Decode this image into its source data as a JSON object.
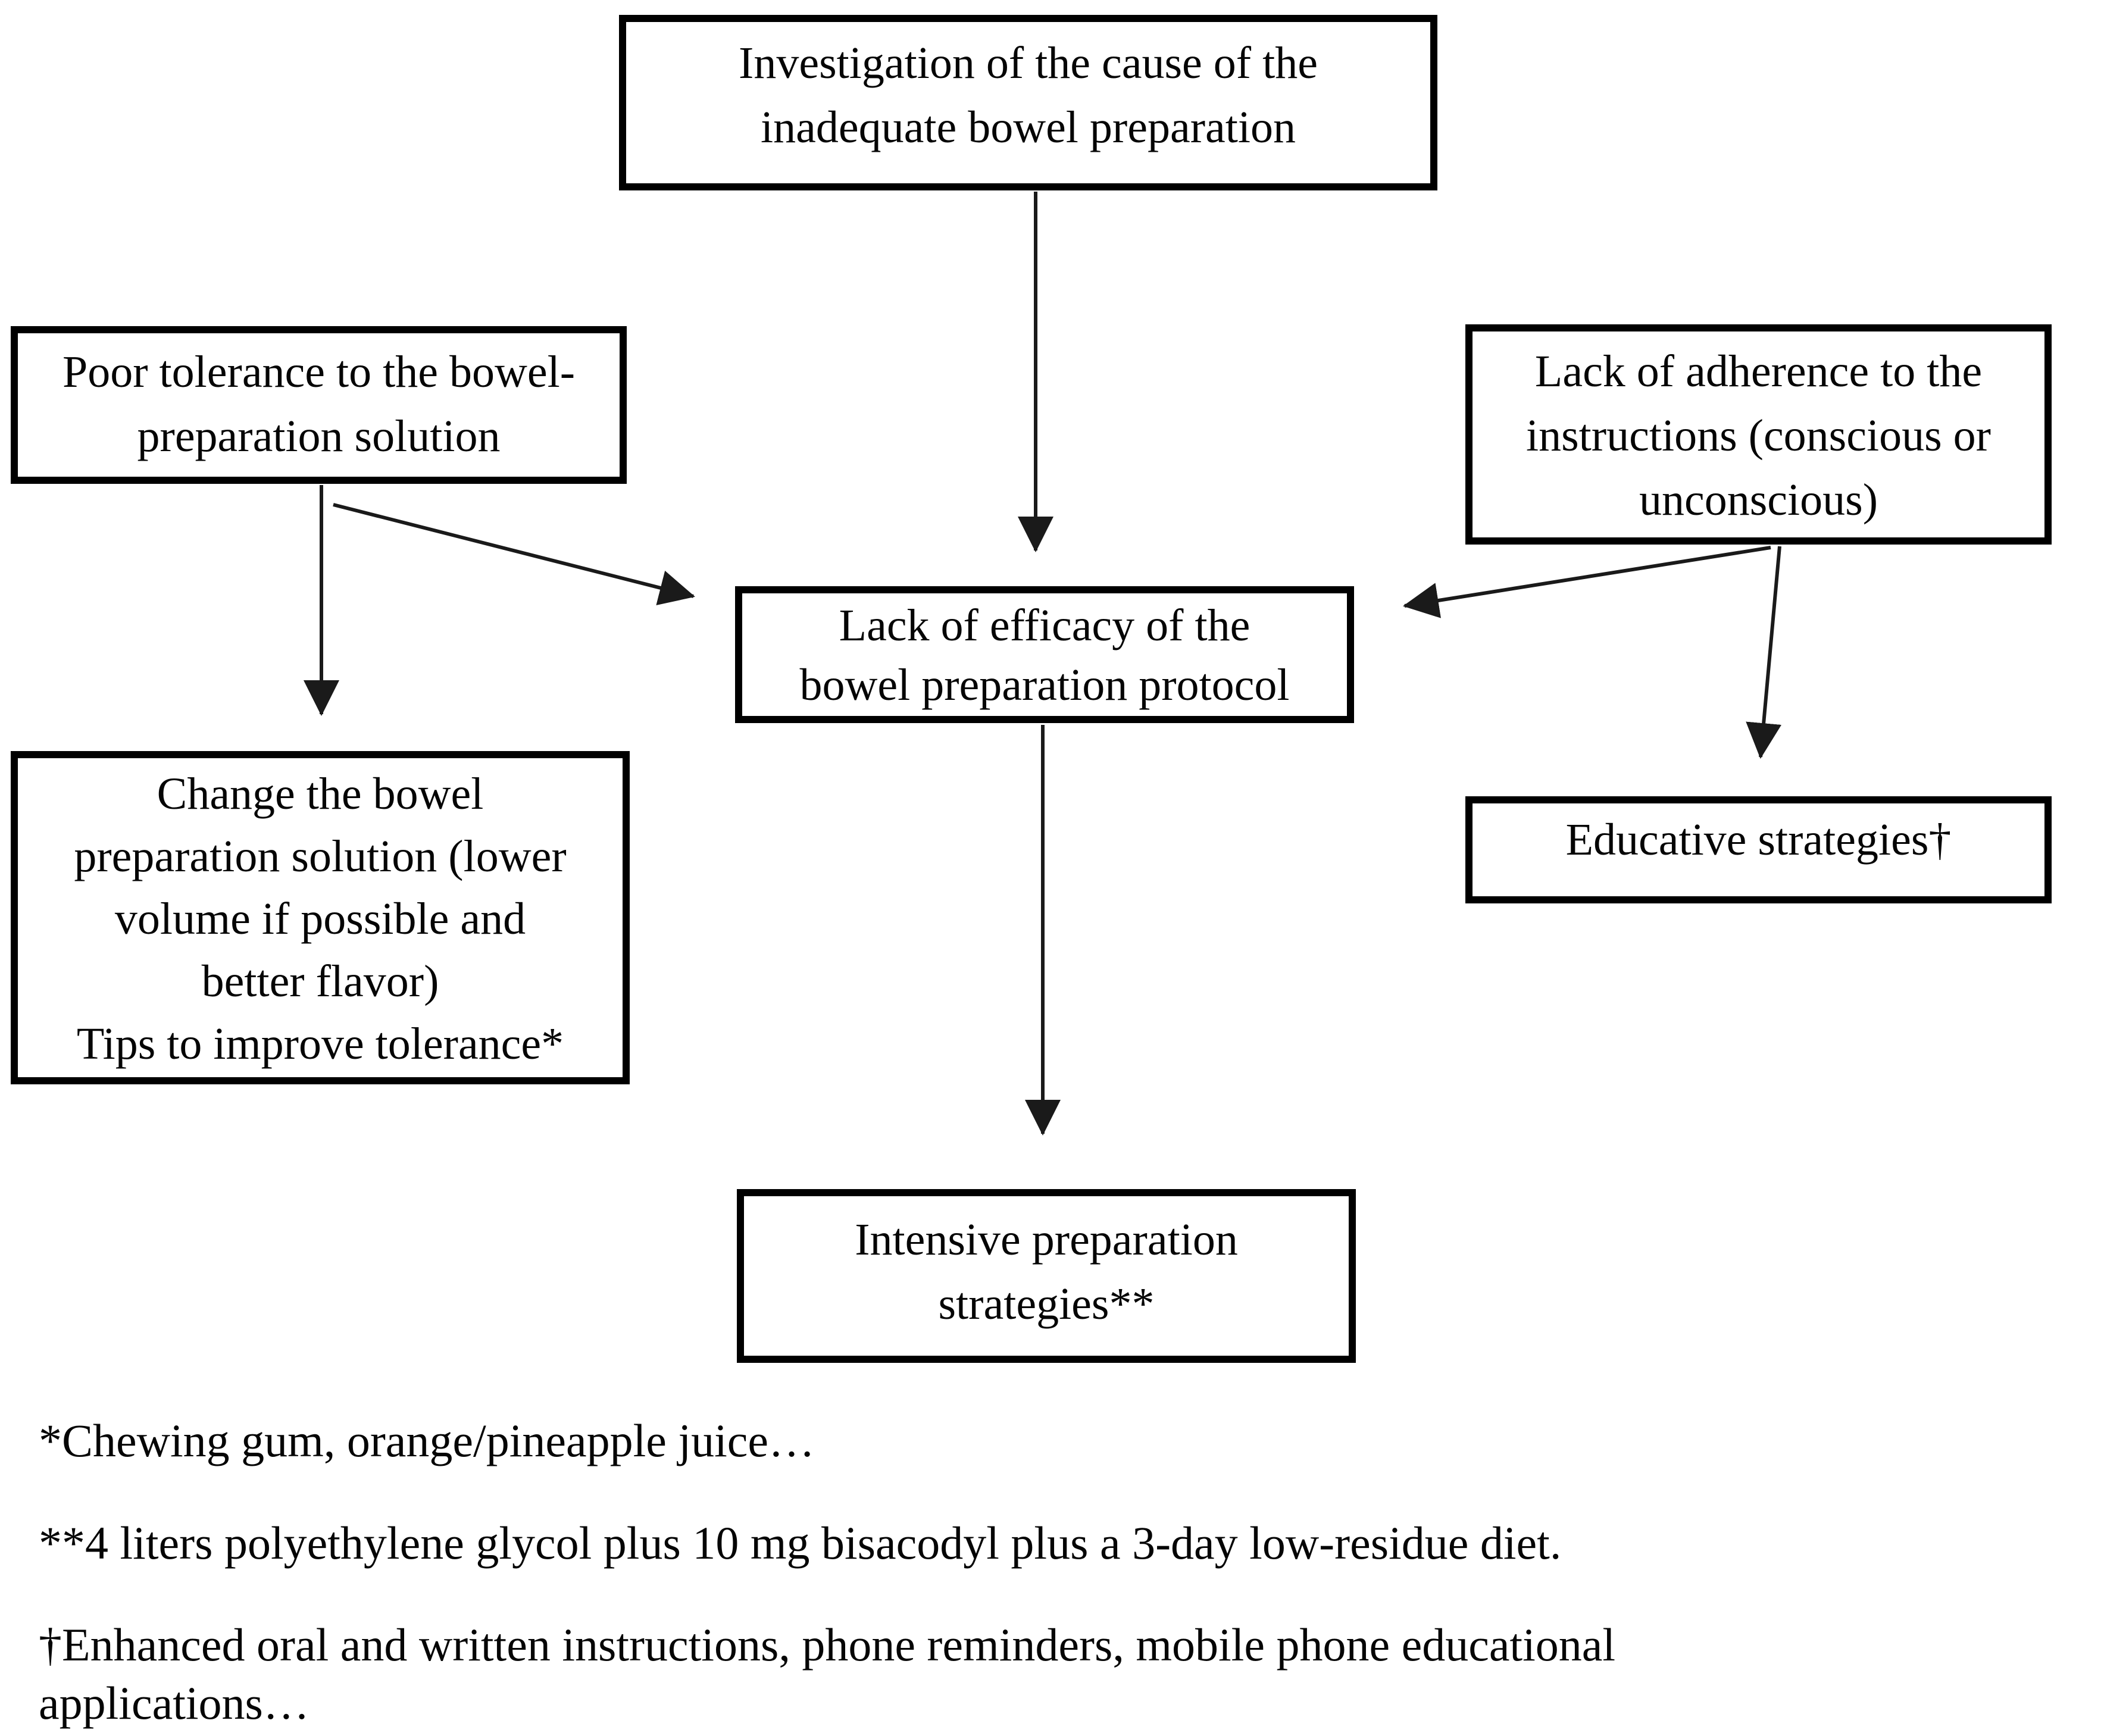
{
  "diagram": {
    "title_hint": "Flowchart: investigation of inadequate bowel preparation",
    "boxes": {
      "investigation": {
        "text": "Investigation of the cause of the\ninadequate bowel preparation"
      },
      "poor_tolerance": {
        "text": "Poor tolerance to the bowel-\npreparation solution"
      },
      "lack_adherence": {
        "text": "Lack of adherence to the\ninstructions (conscious or\nunconscious)"
      },
      "lack_efficacy": {
        "text": "Lack of efficacy of the\nbowel preparation protocol"
      },
      "change_solution": {
        "text": "Change the bowel\npreparation solution (lower\nvolume if possible and\nbetter flavor)\nTips to improve tolerance*"
      },
      "educative": {
        "text": "Educative strategies†"
      },
      "intensive": {
        "text": "Intensive preparation\nstrategies**"
      }
    },
    "footnotes": [
      "*Chewing gum, orange/pineapple juice…",
      "**4 liters polyethylene glycol plus 10 mg bisacodyl plus a 3-day low-residue diet.",
      "†Enhanced oral and written instructions, phone reminders, mobile phone educational applications…"
    ],
    "colors": {
      "background": "#ffffff",
      "box_border": "#000000",
      "text": "#050505",
      "arrow": "#1a1a1a"
    }
  }
}
